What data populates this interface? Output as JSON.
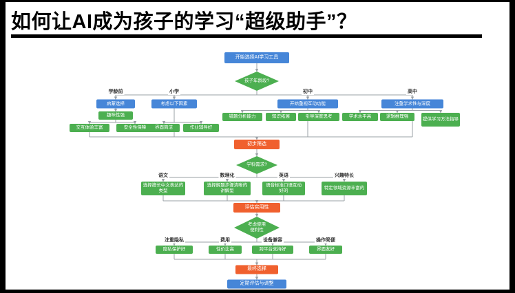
{
  "slide": {
    "title": "如何让AI成为孩子的学习“超级助手”？"
  },
  "flow": {
    "start": "开始选择AI学习工具",
    "age_question": "孩子年龄段?",
    "stages": [
      {
        "label": "学龄前",
        "header": "启蒙选择",
        "f1": "趣味性强",
        "f2": "交互体验丰富",
        "f3": "安全性保障"
      },
      {
        "label": "小学",
        "header": "考虑以下因素",
        "f1": "界面简洁",
        "f2": "作业辅导好"
      },
      {
        "label": "初中",
        "header": "开始重视互动功能",
        "f1": "错题分析能力",
        "f2": "知识拓展",
        "f3": "引导深度思考"
      },
      {
        "label": "高中",
        "header": "注重学术性与深度",
        "f1": "学术水平高",
        "f2": "逻辑推理强",
        "f3": "提供学习方法指导"
      }
    ],
    "gate1": "初步筛选",
    "subject_question": "学科需求?",
    "subjects": [
      {
        "label": "语文",
        "tool": "选择擅长中文表达的类型"
      },
      {
        "label": "数理化",
        "tool": "选择解题步骤清晰的讲解型"
      },
      {
        "label": "英语",
        "tool": "语音标准口语互动好的"
      },
      {
        "label": "兴趣特长",
        "tool": "特定领域资源丰富的"
      }
    ],
    "gate2": "评估实用性",
    "convenience_question": "考虑使用便利性",
    "factors": [
      {
        "label": "注重隐私",
        "tool": "隐私保护好"
      },
      {
        "label": "费用",
        "tool": "性价比高"
      },
      {
        "label": "设备兼容",
        "tool": "跨平台支持好"
      },
      {
        "label": "操作简便",
        "tool": "界面友好"
      }
    ],
    "gate3": "最终选择",
    "end": "定期评估与调整"
  },
  "colors": {
    "blue": "#4686d8",
    "green": "#4caf50",
    "orange": "#f0602e",
    "line": "#9aa0a6"
  }
}
